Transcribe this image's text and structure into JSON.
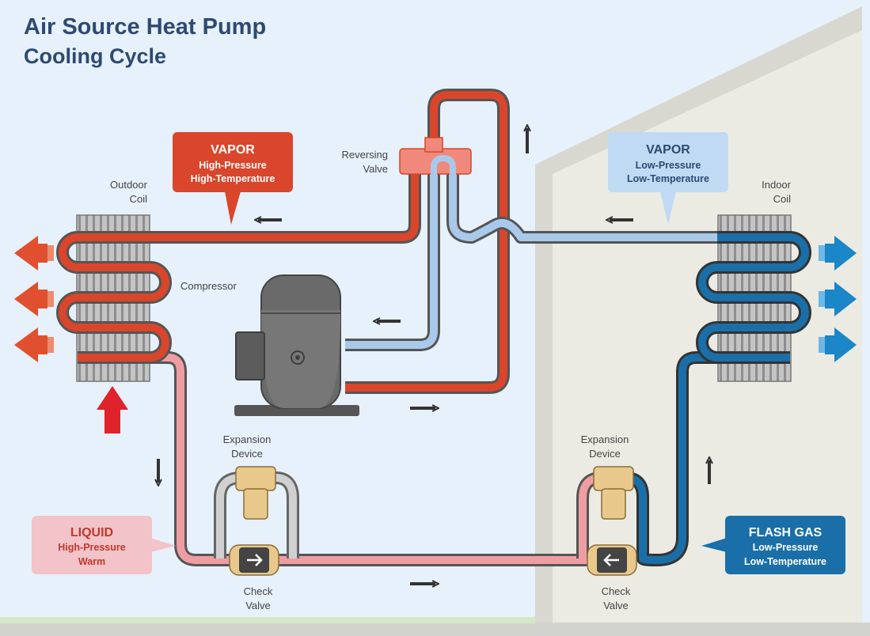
{
  "title": "Air Source Heat Pump",
  "subtitle": "Cooling Cycle",
  "labels": {
    "outdoor_coil": [
      "Outdoor",
      "Coil"
    ],
    "indoor_coil": [
      "Indoor",
      "Coil"
    ],
    "reversing_valve": [
      "Reversing",
      "Valve"
    ],
    "compressor": "Compressor",
    "expansion_device_left": [
      "Expansion",
      "Device"
    ],
    "expansion_device_right": [
      "Expansion",
      "Device"
    ],
    "check_valve_left": [
      "Check",
      "Valve"
    ],
    "check_valve_right": [
      "Check",
      "Valve"
    ]
  },
  "callouts": {
    "vapor_high": {
      "head": "VAPOR",
      "lines": [
        "High-Pressure",
        "High-Temperature"
      ],
      "bg": "#d9462b",
      "fg": "#ffffff"
    },
    "vapor_low": {
      "head": "VAPOR",
      "lines": [
        "Low-Pressure",
        "Low-Temperature"
      ],
      "bg": "#bfdaf2",
      "fg": "#2e4a72"
    },
    "liquid": {
      "head": "LIQUID",
      "lines": [
        "High-Pressure",
        "Warm"
      ],
      "bg": "#f2c3c8",
      "fg": "#c0392b"
    },
    "flash_gas": {
      "head": "FLASH GAS",
      "lines": [
        "Low-Pressure",
        "Low-Temperature"
      ],
      "bg": "#1a6fa8",
      "fg": "#ffffff"
    }
  },
  "colors": {
    "hot_vapor": "#d9462b",
    "cold_vapor": "#a9c9ea",
    "warm_liquid": "#ee9ea3",
    "flash_gas": "#1a6fa8",
    "background": "#e6f1fb",
    "house": "#e2e2da"
  },
  "icons": [
    "arrow-icon",
    "compressor-icon",
    "coil-icon",
    "valve-icon"
  ]
}
